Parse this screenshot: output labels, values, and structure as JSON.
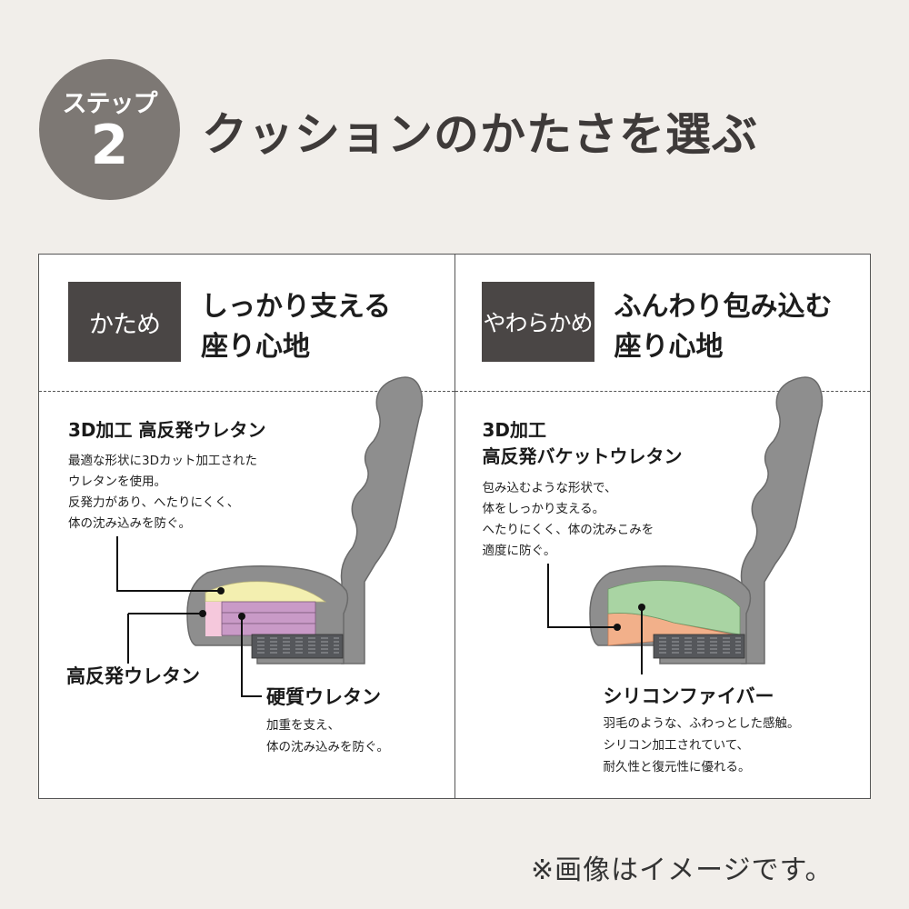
{
  "step": {
    "label": "ステップ",
    "number": "2"
  },
  "title": "クッションのかたさを選ぶ",
  "colors": {
    "badge": "#7d7874",
    "tag": "#4a4645",
    "chair": "#8e8e8e",
    "yellow_urethane": "#f3efb0",
    "purple_urethane": "#c99ac7",
    "pink_urethane": "#f5c8dc",
    "green_urethane": "#a9d4a3",
    "silicon_fiber": "#f2b08a",
    "spring": "#55575b"
  },
  "panels": [
    {
      "tag": "かため",
      "tagline": "しっかり支える\n座り心地",
      "feature_title": "3D加工 高反発ウレタン",
      "feature_desc": "最適な形状に3Dカット加工された\nウレタンを使用。\n反発力があり、へたりにくく、\n体の沈み込みを防ぐ。",
      "callouts": [
        {
          "title": "高反発ウレタン",
          "desc": ""
        },
        {
          "title": "硬質ウレタン",
          "desc": "加重を支え、\n体の沈み込みを防ぐ。"
        }
      ]
    },
    {
      "tag": "やわらかめ",
      "tagline": "ふんわり包み込む\n座り心地",
      "feature_title": "3D加工\n高反発バケットウレタン",
      "feature_desc": "包み込むような形状で、\n体をしっかり支える。\nへたりにくく、体の沈みこみを\n適度に防ぐ。",
      "callouts": [
        {
          "title": "シリコンファイバー",
          "desc": "羽毛のような、ふわっとした感触。\nシリコン加工されていて、\n耐久性と復元性に優れる。"
        }
      ]
    }
  ],
  "note": "※画像はイメージです。"
}
